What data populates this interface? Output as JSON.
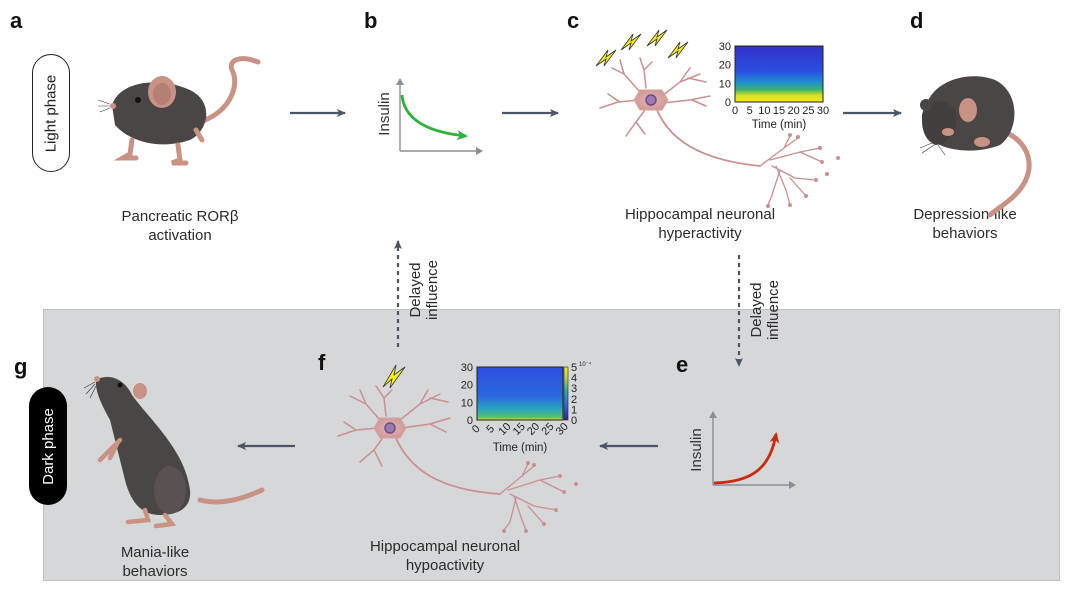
{
  "panels": {
    "a": {
      "letter": "a",
      "caption_line1": "Pancreatic RORβ",
      "caption_line2": "activation"
    },
    "b": {
      "letter": "b",
      "axis_label": "Insulin",
      "trend": "decreasing",
      "curve_color": "#2bb33a"
    },
    "c": {
      "letter": "c",
      "caption_line1": "Hippocampal neuronal",
      "caption_line2": "hyperactivity",
      "lightning_count": 4
    },
    "d": {
      "letter": "d",
      "caption_line1": "Depression-like",
      "caption_line2": "behaviors"
    },
    "e": {
      "letter": "e",
      "axis_label": "Insulin",
      "trend": "increasing",
      "curve_color": "#cc2a10"
    },
    "f": {
      "letter": "f",
      "caption_line1": "Hippocampal neuronal",
      "caption_line2": "hypoactivity",
      "lightning_count": 1
    },
    "g": {
      "letter": "g",
      "caption_line1": "Mania-like",
      "caption_line2": "behaviors"
    }
  },
  "phases": {
    "light": "Light phase",
    "dark": "Dark phase"
  },
  "delayed_influence": {
    "line1": "Delayed",
    "line2": "influence"
  },
  "colors": {
    "arrow": "#4a5568",
    "dark_region_bg": "#d6d7d9",
    "neuron": "#c9908f",
    "mouse_body": "#4a4645",
    "mouse_pink": "#c89285",
    "lightning": "#f5ec1a"
  },
  "chart_data": [
    {
      "id": "spectrogram-c",
      "type": "heatmap",
      "title": "",
      "xlabel": "Time (min)",
      "ylabel": "",
      "x_ticks": [
        "0",
        "5",
        "10",
        "15",
        "20",
        "25",
        "30"
      ],
      "y_ticks": [
        "0",
        "10",
        "20",
        "30"
      ],
      "xlim": [
        0,
        30
      ],
      "ylim": [
        0,
        30
      ],
      "description": "High power (yellow) concentrated at low frequencies 0-8, blue above; hyperactivity"
    },
    {
      "id": "spectrogram-f",
      "type": "heatmap",
      "title": "",
      "xlabel": "Time (min)",
      "ylabel": "",
      "x_ticks": [
        "0",
        "5",
        "10",
        "15",
        "20",
        "25",
        "30"
      ],
      "y_ticks": [
        "0",
        "10",
        "20",
        "30"
      ],
      "xlim": [
        0,
        30
      ],
      "ylim": [
        0,
        30
      ],
      "colorbar_ticks": [
        "0",
        "1",
        "2",
        "3",
        "4",
        "5"
      ],
      "colorbar_exponent": "10⁻⁴",
      "description": "Mostly blue with thin yellow band near 0; hypoactivity"
    }
  ]
}
